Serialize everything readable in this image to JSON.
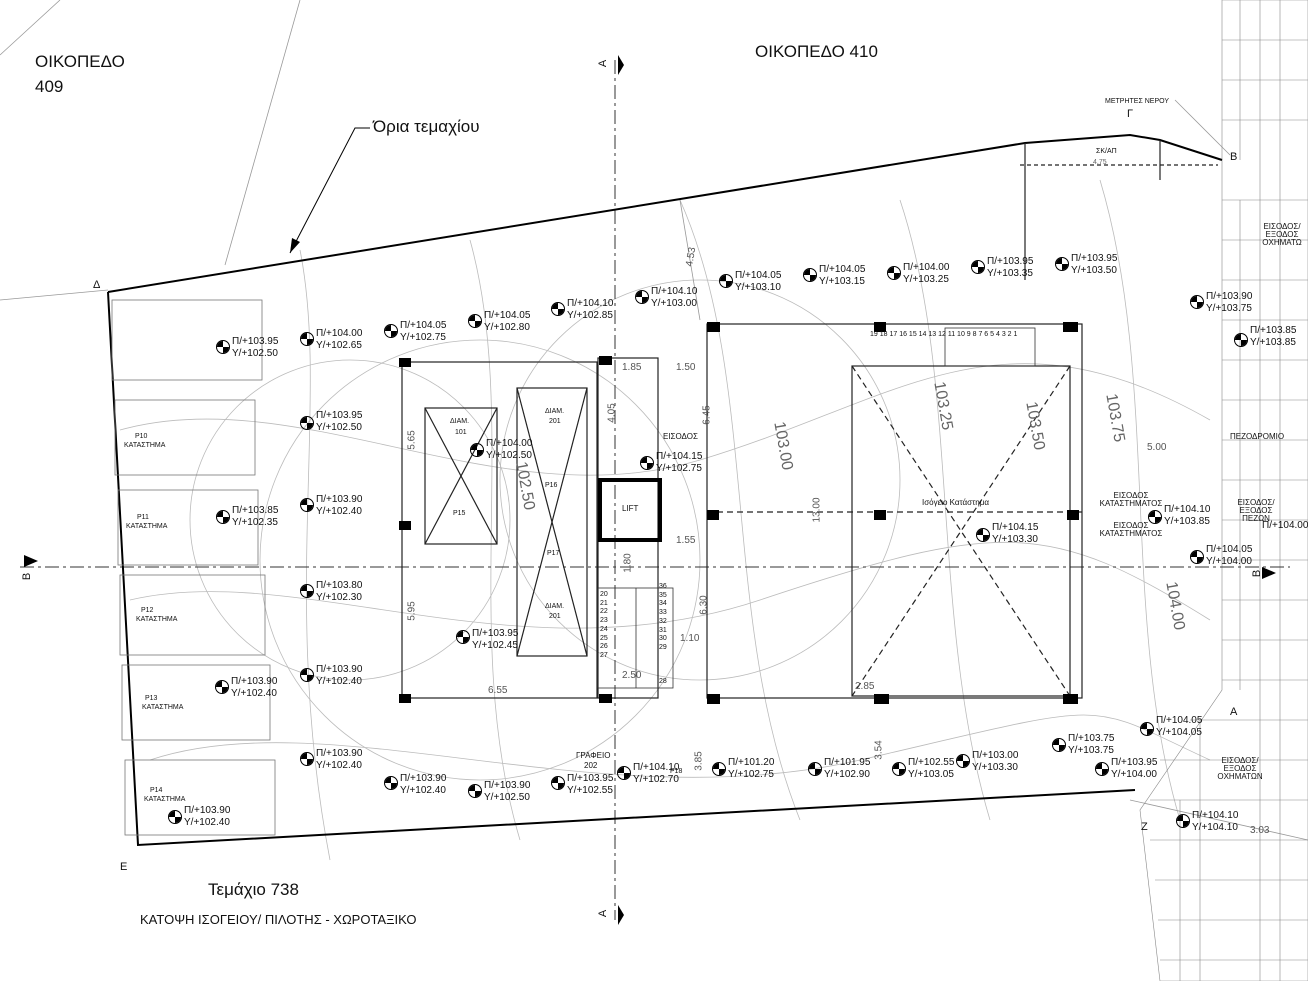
{
  "title": "ΚΑΤΟΨΗ ΙΣΟΓΕΙΟΥ/ ΠΙΛΟΤΗΣ - ΧΩΡΟΤΑΞΙΚΟ",
  "labels": {
    "plot_409_a": "ΟΙΚΟΠΕΔΟ",
    "plot_409_b": "409",
    "plot_410": "ΟΙΚΟΠΕΔΟ 410",
    "boundary": "Όρια τεμαχίου",
    "parcel": "Τεμάχιο 738",
    "water_meters": "ΜΕΤΡΗΤΕΣ ΝΕΡΟΥ",
    "skap": "ΣΚ/ΑΠ",
    "pavement": "ΠΕΖΟΔΡΟΜΙΟ",
    "ground_shop": "Ισόγειο Κατάστημα",
    "entrance": "ΕΙΣΟΔΟΣ",
    "lift": "LIFT",
    "shop_entrance_1": "ΕΙΣΟΔΟΣ ΚΑΤΑΣΤΗΜΑΤΟΣ",
    "shop_entrance_2": "ΕΙΣΟΔΟΣ ΚΑΤΑΣΤΗΜΑΤΟΣ",
    "vehicle_entry_top": "ΕΙΣΟΔΟΣ/ΕΞΟΔΟΣ ΟΧΗΜΑΤΩ",
    "vehicle_entry_bottom": "ΕΙΣΟΔΟΣ/ΕΞΟΔΟΣ ΟΧΗΜΑΤΩΝ",
    "ped_entry": "ΕΙΣΟΔΟΣ/ΕΞΟΔΟΣ ΠΕΖΩΝ",
    "office": "ΓΡΑΦΕΙΟ",
    "office_no": "202",
    "flat_101": "ΔΙΑΜ.",
    "flat_101_no": "101",
    "flat_201a": "ΔΙΑΜ.",
    "flat_201a_no": "201",
    "flat_201b": "ΔΙΑΜ.",
    "flat_201b_no": "201",
    "p15": "P15",
    "p16": "P16",
    "p17": "P17",
    "p18": "P18",
    "p10": "P10",
    "p11": "P11",
    "p12": "P12",
    "p13": "P13",
    "p14": "P14",
    "shop": "ΚΑΤΑΣΤΗΜΑ",
    "corner_delta": "Δ",
    "corner_epsilon": "Ε",
    "corner_gamma": "Γ",
    "corner_beta": "Β",
    "corner_alpha": "Α",
    "corner_zeta": "Ζ",
    "sec_A": "Α",
    "sec_B": "Β"
  },
  "dims": {
    "d453": "4.53",
    "d185": "1.85",
    "d150": "1.50",
    "d645": "6.45",
    "d405": "4.05",
    "d565": "5.65",
    "d595": "5.95",
    "d655": "6.55",
    "d155": "1.55",
    "d180": "1.80",
    "d630": "6.30",
    "d110": "1.10",
    "d250": "2.50",
    "d1300": "13.00",
    "d285": "2.85",
    "d500": "5.00",
    "d354": "3.54",
    "d385": "3.85",
    "d303": "3.03",
    "d475": "4.75",
    "c10300": "103.00",
    "c10325": "103.25",
    "c10350": "103.50",
    "c10375": "103.75",
    "c10400": "104.00",
    "c10250": "102.50"
  },
  "stairs_top": [
    "19",
    "18",
    "17",
    "16",
    "15",
    "14",
    "13",
    "12",
    "11",
    "10",
    "9",
    "8",
    "7",
    "6",
    "5",
    "4",
    "3",
    "2",
    "1"
  ],
  "stairs_left": [
    "20",
    "21",
    "22",
    "23",
    "24",
    "25",
    "26",
    "27"
  ],
  "stairs_right": [
    "36",
    "35",
    "34",
    "33",
    "32",
    "31",
    "30",
    "29"
  ],
  "stairs_28": "28",
  "elevations": [
    {
      "p": "Π/+103.95",
      "y": "Υ/+102.50"
    },
    {
      "p": "Π/+104.00",
      "y": "Υ/+102.65"
    },
    {
      "p": "Π/+104.05",
      "y": "Υ/+102.75"
    },
    {
      "p": "Π/+104.05",
      "y": "Υ/+102.80"
    },
    {
      "p": "Π/+104.10",
      "y": "Υ/+102.85"
    },
    {
      "p": "Π/+104.10",
      "y": "Υ/+103.00"
    },
    {
      "p": "Π/+104.05",
      "y": "Υ/+103.10"
    },
    {
      "p": "Π/+104.05",
      "y": "Υ/+103.15"
    },
    {
      "p": "Π/+104.00",
      "y": "Υ/+103.25"
    },
    {
      "p": "Π/+103.95",
      "y": "Υ/+103.35"
    },
    {
      "p": "Π/+103.95",
      "y": "Υ/+103.50"
    },
    {
      "p": "Π/+103.90",
      "y": "Υ/+103.75"
    },
    {
      "p": "Π/+103.85",
      "y": "Υ/+103.85"
    },
    {
      "p": "Π/+103.95",
      "y": "Υ/+102.50"
    },
    {
      "p": "Π/+104.00",
      "y": "Υ/+102.50"
    },
    {
      "p": "Π/+104.15",
      "y": "Υ/+102.75"
    },
    {
      "p": "Π/+103.85",
      "y": "Υ/+102.35"
    },
    {
      "p": "Π/+103.90",
      "y": "Υ/+102.40"
    },
    {
      "p": "Π/+103.80",
      "y": "Υ/+102.30"
    },
    {
      "p": "Π/+103.95",
      "y": "Υ/+102.45"
    },
    {
      "p": "Π/+103.90",
      "y": "Υ/+102.40"
    },
    {
      "p": "Π/+103.90",
      "y": "Υ/+102.40"
    },
    {
      "p": "Π/+103.90",
      "y": "Υ/+102.40"
    },
    {
      "p": "Π/+103.90",
      "y": "Υ/+102.40"
    },
    {
      "p": "Π/+103.90",
      "y": "Υ/+102.40"
    },
    {
      "p": "Π/+103.90",
      "y": "Υ/+102.50"
    },
    {
      "p": "Π/+103.95",
      "y": "Υ/+102.55"
    },
    {
      "p": "Π/+104.10",
      "y": "Υ/+102.70"
    },
    {
      "p": "Π/+101.20",
      "y": "Υ/+102.75"
    },
    {
      "p": "Π/+101.95",
      "y": "Υ/+102.90"
    },
    {
      "p": "Π/+102.55",
      "y": "Υ/+103.05"
    },
    {
      "p": "Π/+103.00",
      "y": "Υ/+103.30"
    },
    {
      "p": "Π/+103.75",
      "y": "Υ/+103.75"
    },
    {
      "p": "Π/+103.95",
      "y": "Υ/+104.00"
    },
    {
      "p": "Π/+104.05",
      "y": "Υ/+104.05"
    },
    {
      "p": "Π/+104.10",
      "y": "Υ/+104.10"
    },
    {
      "p": "Π/+104.15",
      "y": "Υ/+103.30"
    },
    {
      "p": "Π/+104.10",
      "y": "Υ/+103.85"
    },
    {
      "p": "Π/+104.05",
      "y": "Υ/+104.00"
    },
    {
      "p": "Π/+104.00",
      "y": ""
    }
  ]
}
